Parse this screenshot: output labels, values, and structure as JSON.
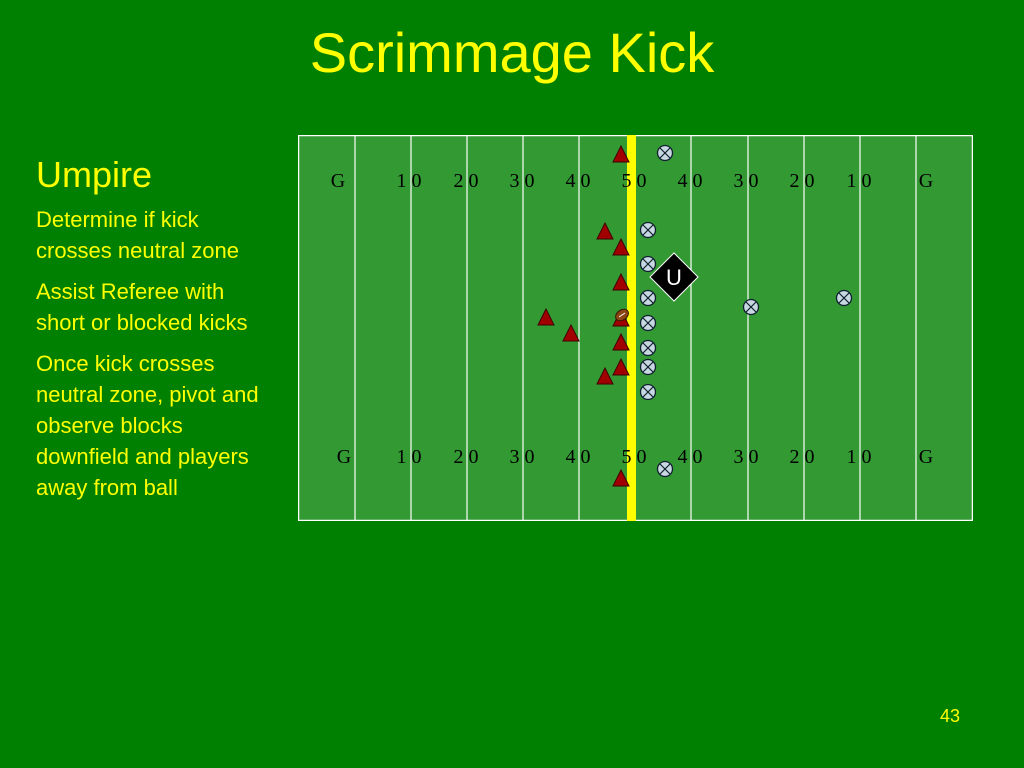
{
  "slide": {
    "title": "Scrimmage Kick",
    "page_number": "43"
  },
  "sidebar": {
    "heading": "Umpire",
    "bullets": [
      "Determine if kick crosses neutral zone",
      "Assist Referee with short or blocked kicks",
      "Once kick crosses neutral zone, pivot and observe blocks downfield and players away from ball"
    ]
  },
  "field": {
    "yard_labels": [
      "G",
      "1 0",
      "2 0",
      "3 0",
      "4 0",
      "5 0",
      "4 0",
      "3 0",
      "2 0",
      "1 0",
      "G"
    ],
    "official_label": "U",
    "colors": {
      "field": "#339933",
      "lines": "#ffffff",
      "scrimmage_line": "#ffff00",
      "offense": "#a00000",
      "defense": "#c8d8e0",
      "official": "#000000"
    },
    "offense_count": 11,
    "defense_count": 11,
    "ball": "football-icon"
  }
}
